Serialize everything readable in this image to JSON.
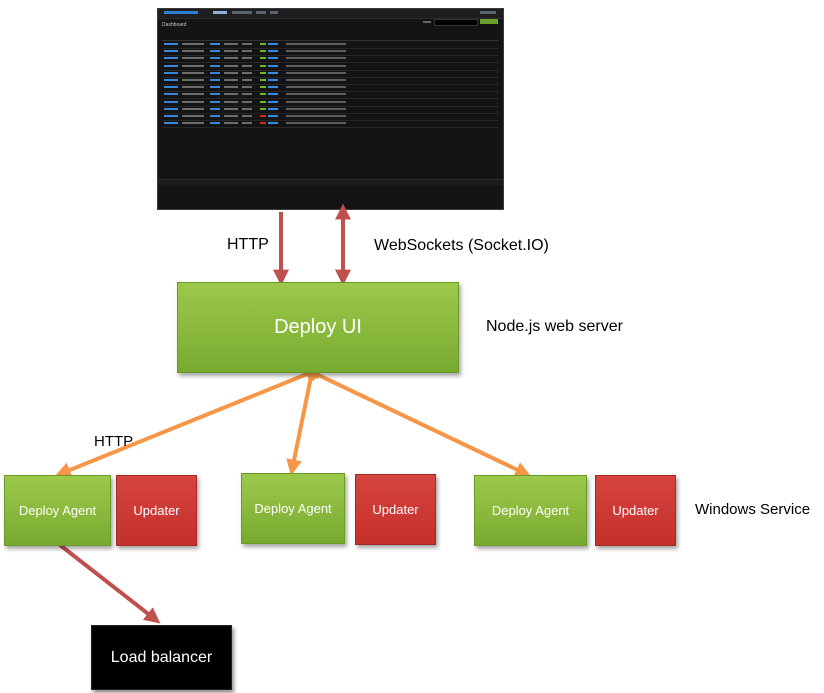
{
  "colors": {
    "http_arrow": "#c0504d",
    "socket_arrow": "#f79646",
    "green_box": "#92c047",
    "red_box": "#cf3b36",
    "black_box": "#000000"
  },
  "dashboard": {
    "title": "Dashboard"
  },
  "labels": {
    "http_top": "HTTP",
    "websockets": "WebSockets (Socket.IO)",
    "node_server": "Node.js web server",
    "http_left": "HTTP",
    "windows_service": "Windows Service"
  },
  "nodes": {
    "deploy_ui": "Deploy UI",
    "agent_1": "Deploy Agent",
    "updater_1": "Updater",
    "agent_2": "Deploy Agent",
    "updater_2": "Updater",
    "agent_3": "Deploy Agent",
    "updater_3": "Updater",
    "load_balancer": "Load balancer"
  }
}
